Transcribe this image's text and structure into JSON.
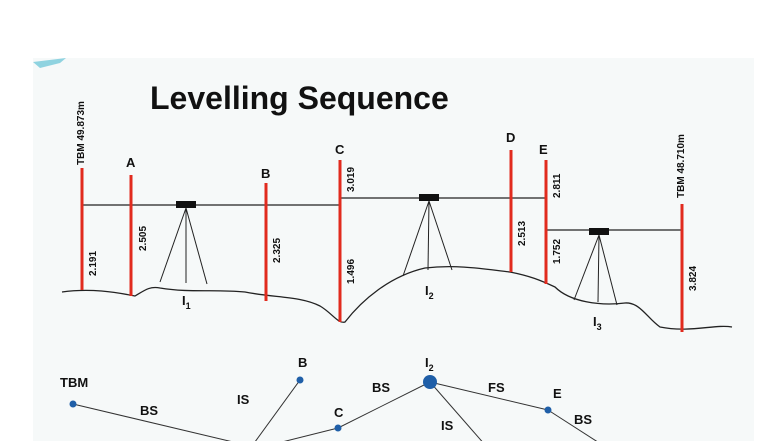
{
  "title": "Levelling Sequence",
  "colors": {
    "staff": "#e12b1e",
    "ground": "#222222",
    "node": "#1f5fa8",
    "slide_bg": "#f6f9f9",
    "corner_accent": "#8fd3e0"
  },
  "stations": {
    "tbm_start": "TBM 49.873m",
    "a": "A",
    "b": "B",
    "c": "C",
    "d": "D",
    "e": "E",
    "tbm_end": "TBM 48.710m"
  },
  "readings": {
    "tbm_start_bs": "2.191",
    "a_is": "2.505",
    "b_is": "2.325",
    "c_fs": "1.496",
    "c_bs": "3.019",
    "d_is": "2.513",
    "e_fs": "2.811",
    "e_bs": "1.752",
    "tbm_end_fs": "3.824"
  },
  "instruments": [
    {
      "letter": "I",
      "sub": "1"
    },
    {
      "letter": "I",
      "sub": "2"
    },
    {
      "letter": "I",
      "sub": "3"
    }
  ],
  "network": {
    "tbm": "TBM",
    "b": "B",
    "c": "C",
    "i2_letter": "I",
    "i2_sub": "2",
    "e": "E",
    "edge_bs_1": "BS",
    "edge_is_1": "IS",
    "edge_bs_2": "BS",
    "edge_fs": "FS",
    "edge_is_2": "IS",
    "edge_bs_3": "BS"
  }
}
